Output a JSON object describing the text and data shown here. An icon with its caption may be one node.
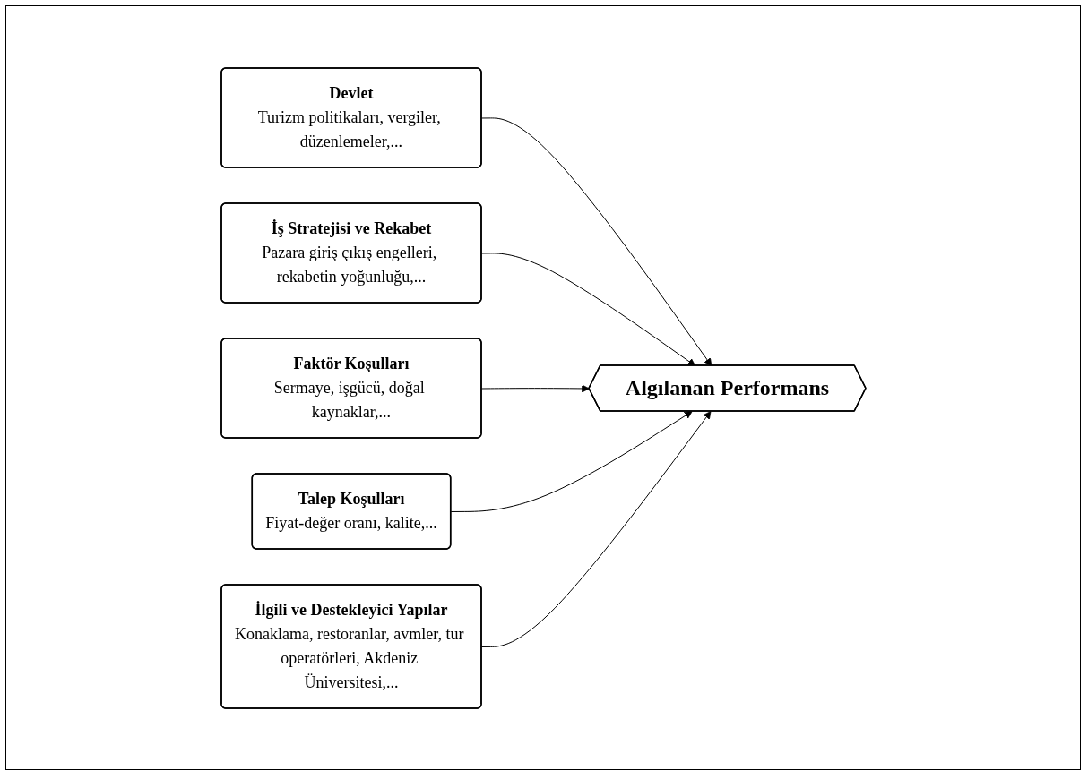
{
  "diagram": {
    "nodes": [
      {
        "text": [
          "Devlet",
          "Turizm politikaları, vergiler, düzenlemeler,..."
        ]
      },
      {
        "text": [
          "İş Stratejisi ve Rekabet",
          "Pazara giriş çıkış engelleri, rekabetin yoğunluğu,..."
        ]
      },
      {
        "text": [
          "Algılanan Performans"
        ]
      },
      {
        "text": [
          "Faktör Koşulları",
          "Sermaye, işgücü, doğal kaynaklar,..."
        ]
      },
      {
        "text": [
          "Talep Koşulları",
          "Fiyat-değer oranı, kalite,..."
        ]
      },
      {
        "text": [
          "İlgili ve Destekleyici Yapılar",
          "Konaklama, restoranlar, avmler, tur operatörleri, Akdeniz Üniversitesi,..."
        ]
      }
    ],
    "edges": [
      {
        "from": 0,
        "to": 2,
        "arrow": "to"
      },
      {
        "from": 1,
        "to": 2,
        "arrow": "to"
      },
      {
        "from": 3,
        "to": 2,
        "arrow": "to"
      },
      {
        "from": 4,
        "to": 2,
        "arrow": "to"
      },
      {
        "from": 5,
        "to": 2,
        "arrow": "to"
      }
    ]
  }
}
